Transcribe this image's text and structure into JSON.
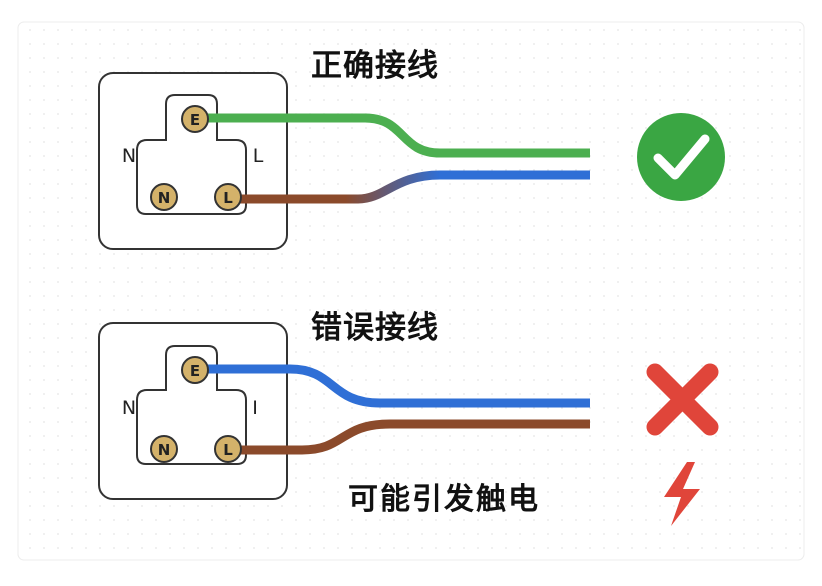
{
  "correct": {
    "title": "正确接线",
    "terminals": {
      "e": "E",
      "n": "N",
      "l": "L"
    },
    "side_left": "N",
    "side_right": "L",
    "wire_top_color": "#4caf50",
    "wire_bottom_color": "#8b4a2b",
    "wire_tail_color": "#2f6fd6",
    "status_icon": "check-circle-icon",
    "status_color": "#3aa643"
  },
  "wrong": {
    "title": "错误接线",
    "terminals": {
      "e": "E",
      "n": "N",
      "l": "L"
    },
    "side_left": "N",
    "side_right": "I",
    "wire_top_color": "#2f6fd6",
    "wire_bottom_color": "#8b4a2b",
    "status_icon": "cross-icon",
    "status_color": "#e0453a",
    "warning_text": "可能引发触电",
    "warning_icon": "lightning-bolt-icon",
    "warning_color": "#e0453a"
  }
}
